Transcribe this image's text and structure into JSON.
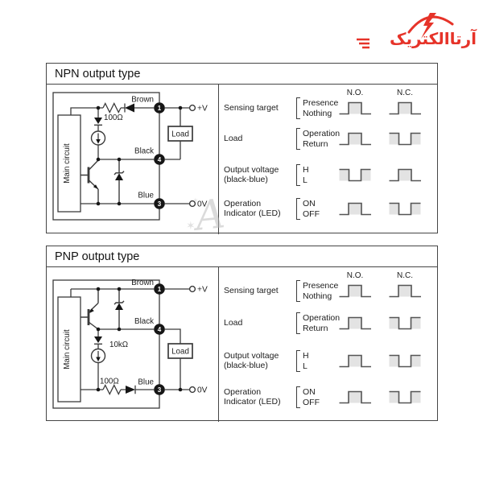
{
  "logo": {
    "text": "آرتاالکتریک",
    "color": "#e63329"
  },
  "watermark": {
    "letter": "A"
  },
  "panels": [
    {
      "title": "NPN output type",
      "circuit": {
        "main_label": "Main circuit",
        "r1": "100Ω",
        "wire1": "Brown",
        "wire2": "Black",
        "wire3": "Blue",
        "t1": "1",
        "t2": "4",
        "t3": "3",
        "pin_v": "+V",
        "pin_0": "0V",
        "load": "Load"
      },
      "timing": {
        "col_headers": [
          "N.O.",
          "N.C."
        ],
        "rows": [
          {
            "label": "Sensing target",
            "label2": "",
            "subs": [
              "Presence",
              "Nothing"
            ],
            "no": "pulse",
            "nc": "pulse"
          },
          {
            "label": "Load",
            "label2": "",
            "subs": [
              "Operation",
              "Return"
            ],
            "no": "pulse",
            "nc": "inverted"
          },
          {
            "label": "Output voltage",
            "label2": "(black-blue)",
            "subs": [
              "H",
              "L"
            ],
            "no": "inverted",
            "nc": "pulse"
          },
          {
            "label": "Operation",
            "label2": "Indicator  (LED)",
            "subs": [
              "ON",
              "OFF"
            ],
            "no": "pulse",
            "nc": "inverted"
          }
        ]
      }
    },
    {
      "title": "PNP output type",
      "circuit": {
        "main_label": "Main circuit",
        "r1": "100Ω",
        "r2": "10kΩ",
        "wire1": "Brown",
        "wire2": "Black",
        "wire3": "Blue",
        "t1": "1",
        "t2": "4",
        "t3": "3",
        "pin_v": "+V",
        "pin_0": "0V",
        "load": "Load"
      },
      "timing": {
        "col_headers": [
          "N.O.",
          "N.C."
        ],
        "rows": [
          {
            "label": "Sensing target",
            "label2": "",
            "subs": [
              "Presence",
              "Nothing"
            ],
            "no": "pulse",
            "nc": "pulse"
          },
          {
            "label": "Load",
            "label2": "",
            "subs": [
              "Operation",
              "Return"
            ],
            "no": "pulse",
            "nc": "inverted"
          },
          {
            "label": "Output voltage",
            "label2": "(black-blue)",
            "subs": [
              "H",
              "L"
            ],
            "no": "pulse",
            "nc": "inverted"
          },
          {
            "label": "Operation",
            "label2": "Indicator (LED)",
            "subs": [
              "ON",
              "OFF"
            ],
            "no": "pulse",
            "nc": "inverted"
          }
        ]
      }
    }
  ]
}
